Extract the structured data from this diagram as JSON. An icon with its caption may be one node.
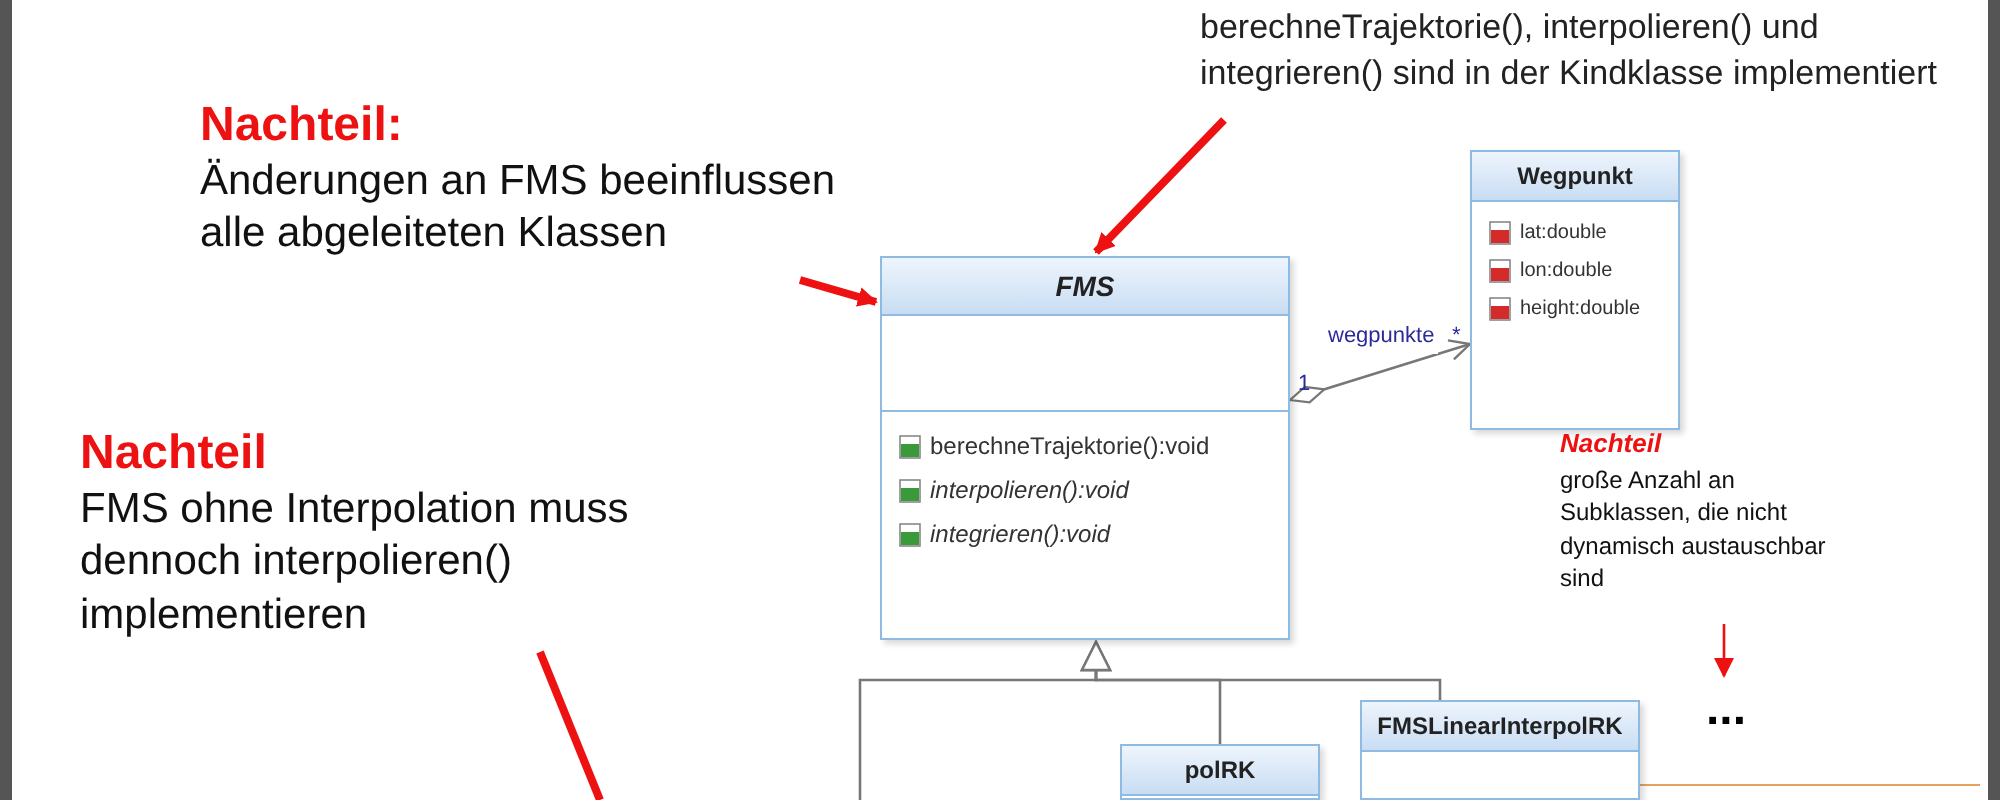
{
  "diagram": {
    "nodes": [
      {
        "text": [
          "**Nachteil**:",
          "Änderungen an FMS beeinflussen alle abgeleiteten Klassen"
        ]
      },
      {
        "text": [
          "berechneTrajektorie(), interpolieren() und integrieren() sind in der Kindklasse implementiert"
        ]
      },
      {
        "text": [
          "FMS",
          "berechneTrajektorie():void",
          "interpolieren():void",
          "integrieren():void"
        ]
      },
      {
        "text": [
          "Wegpunkt",
          "lat:double",
          "lon:double",
          "height:double"
        ]
      },
      {
        "text": [
          "Nachteil",
          "FMS ohne Interpolation muss dennoch interpolieren() implementieren"
        ]
      },
      {
        "text": [
          "Nachteil",
          "große Anzahl an Subklassen, die nicht dynamisch austauschbar sind"
        ]
      },
      {
        "text": [
          "polRK"
        ]
      },
      {
        "text": [
          "FMSLinearInterpolRK"
        ]
      },
      {
        "text": [
          "..."
        ]
      }
    ],
    "edges": [
      {
        "from": 0,
        "to": 2,
        "arrow": "to",
        "color": "#ee1111",
        "style": "thick"
      },
      {
        "from": 1,
        "to": 2,
        "arrow": "to",
        "color": "#ee1111",
        "style": "thick"
      },
      {
        "from": 2,
        "to": 3,
        "arrow": "to",
        "label": "wegpunkte",
        "color": "#777777"
      },
      {
        "from": 6,
        "to": 2,
        "arrow": "to",
        "color": "#777777"
      },
      {
        "from": 7,
        "to": 2,
        "arrow": "to",
        "color": "#777777"
      },
      {
        "from": null,
        "to": 2,
        "arrow": "to",
        "color": "#777777"
      },
      {
        "from": 4,
        "to": null,
        "arrow": "none",
        "color": "#ee1111",
        "style": "thick"
      },
      {
        "from": 5,
        "to": 8,
        "arrow": "to",
        "color": "#ee1111"
      }
    ],
    "labels": [
      "1",
      "*"
    ]
  }
}
